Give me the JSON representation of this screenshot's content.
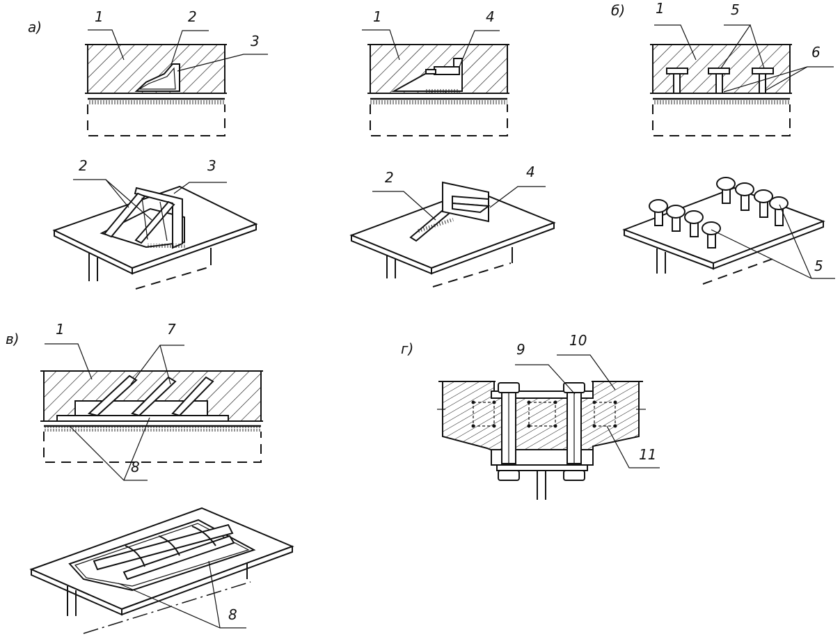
{
  "figure": {
    "panels": [
      {
        "id": "a",
        "label": "а)",
        "callouts": [
          "1",
          "2",
          "3",
          "2",
          "3"
        ]
      },
      {
        "id": "a2",
        "label": "",
        "callouts": [
          "1",
          "4",
          "2",
          "4"
        ]
      },
      {
        "id": "b",
        "label": "б)",
        "callouts": [
          "1",
          "5",
          "6",
          "5"
        ]
      },
      {
        "id": "v",
        "label": "в)",
        "callouts": [
          "1",
          "7",
          "8",
          "8"
        ]
      },
      {
        "id": "g",
        "label": "г)",
        "callouts": [
          "9",
          "10",
          "11"
        ]
      }
    ]
  }
}
